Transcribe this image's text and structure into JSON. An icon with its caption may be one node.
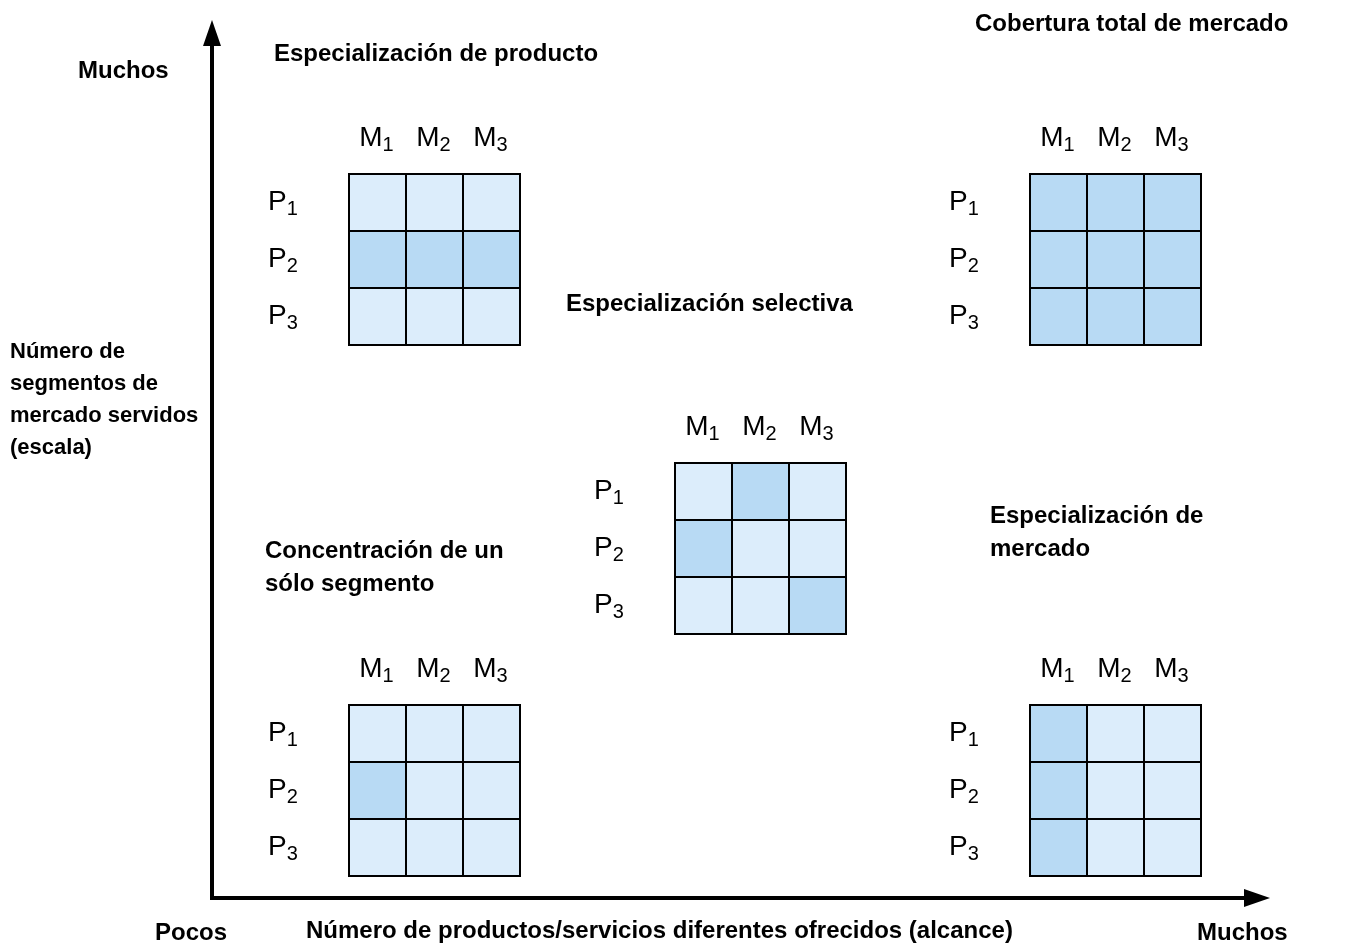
{
  "diagram": {
    "labels": [
      "Muchos",
      "Especialización de producto",
      "M$_{1}$",
      "M$_{2}$",
      "M$_{3}$",
      "P$_{1}$",
      "P$_{2}$",
      "P$_{3}$",
      "Cobertura total de mercado",
      "M$_{1}$",
      "M$_{2}$",
      "M$_{3}$",
      "P$_{1}$",
      "P$_{2}$",
      "P$_{3}$",
      "Número de segmentos de mercado servidos (escala)",
      "Especialización selectiva",
      "M$_{1}$",
      "M$_{2}$",
      "M$_{3}$",
      "P$_{1}$",
      "P$_{2}$",
      "P$_{3}$",
      "Concentración de un sólo segmento",
      "M$_{1}$",
      "M$_{2}$",
      "M$_{3}$",
      "P$_{1}$",
      "P$_{2}$",
      "P$_{3}$",
      "Especialización de mercado",
      "M$_{1}$",
      "M$_{2}$",
      "M$_{3}$",
      "P$_{1}$",
      "P$_{2}$",
      "P$_{3}$",
      "Pocos",
      "Número de productos/servicios diferentes ofrecidos (alcance)",
      "Muchos"
    ]
  }
}
